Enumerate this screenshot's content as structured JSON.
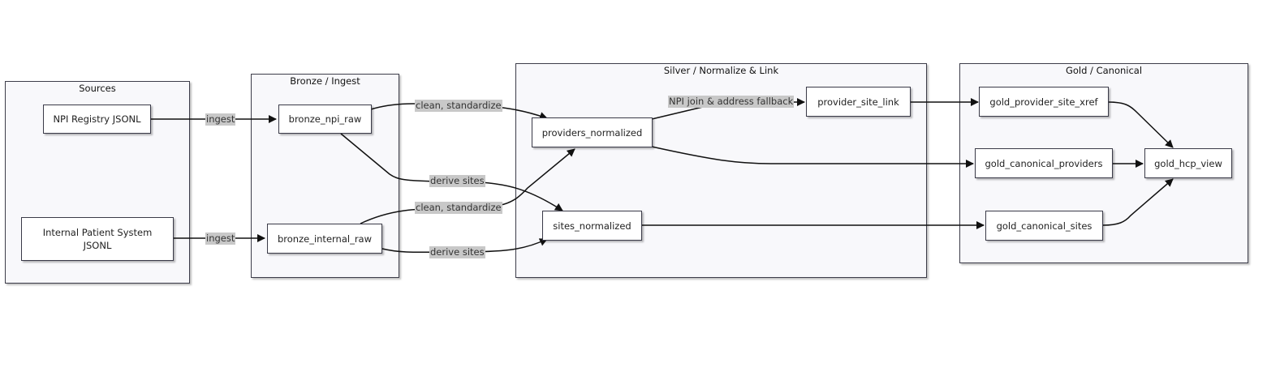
{
  "groups": {
    "sources": "Sources",
    "bronze": "Bronze / Ingest",
    "silver": "Silver / Normalize & Link",
    "gold": "Gold / Canonical"
  },
  "nodes": {
    "npi_registry": "NPI Registry JSONL",
    "internal_patient": "Internal Patient System JSONL",
    "bronze_npi_raw": "bronze_npi_raw",
    "bronze_internal_raw": "bronze_internal_raw",
    "providers_normalized": "providers_normalized",
    "sites_normalized": "sites_normalized",
    "provider_site_link": "provider_site_link",
    "gold_provider_site_xref": "gold_provider_site_xref",
    "gold_canonical_providers": "gold_canonical_providers",
    "gold_canonical_sites": "gold_canonical_sites",
    "gold_hcp_view": "gold_hcp_view"
  },
  "edge_labels": {
    "ingest_npi": "ingest",
    "ingest_internal": "ingest",
    "clean_npi": "clean, standardize",
    "derive_npi": "derive sites",
    "clean_internal": "clean, standardize",
    "derive_internal": "derive sites",
    "npi_join": "NPI join & address fallback"
  }
}
